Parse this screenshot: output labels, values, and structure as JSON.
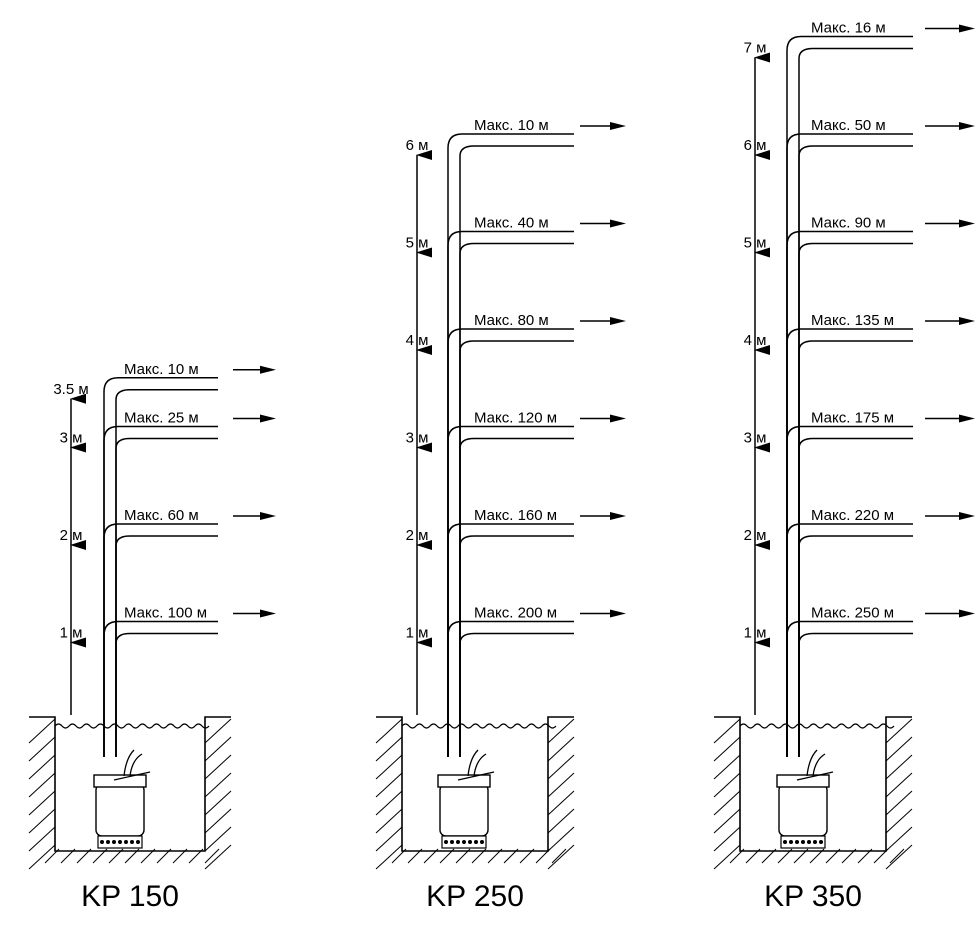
{
  "units": [
    {
      "model": "KP 150",
      "heights": [
        "1 м",
        "2 м",
        "3 м",
        "3.5 м"
      ],
      "outlets": [
        "Макс. 100 м",
        "Макс. 60 м",
        "Макс. 25 м",
        "Макс. 10 м"
      ]
    },
    {
      "model": "KP 250",
      "heights": [
        "1 м",
        "2 м",
        "3 м",
        "4 м",
        "5 м",
        "6 м"
      ],
      "outlets": [
        "Макс. 200 м",
        "Макс. 160 м",
        "Макс. 120 м",
        "Макс. 80 м",
        "Макс. 40 м",
        "Макс. 10 м"
      ]
    },
    {
      "model": "KP 350",
      "heights": [
        "1 м",
        "2 м",
        "3 м",
        "4 м",
        "5 м",
        "6 м",
        "7 м"
      ],
      "outlets": [
        "Макс. 250 м",
        "Макс. 220 м",
        "Макс. 175 м",
        "Макс. 135 м",
        "Макс. 90 м",
        "Макс. 50 м",
        "Макс. 16 м"
      ]
    }
  ]
}
